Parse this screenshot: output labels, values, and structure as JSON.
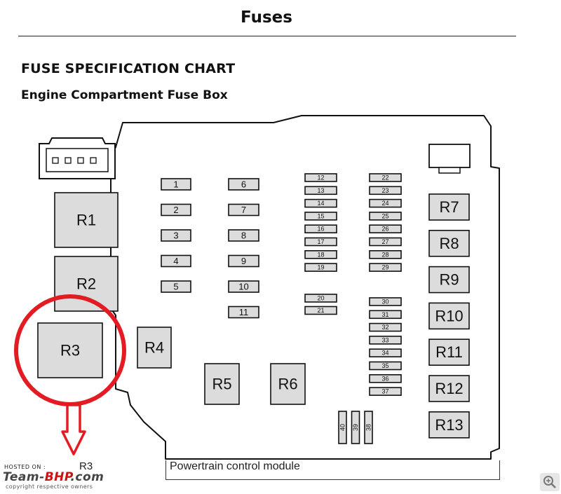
{
  "header": {
    "page_title": "Fuses",
    "chart_heading": "FUSE SPECIFICATION CHART",
    "chart_subheading": "Engine Compartment Fuse Box"
  },
  "diagram": {
    "large_relays": [
      "R1",
      "R2",
      "R3",
      "R4",
      "R5",
      "R6"
    ],
    "right_relays": [
      "R7",
      "R8",
      "R9",
      "R10",
      "R11",
      "R12",
      "R13"
    ],
    "fuse_col1": [
      "1",
      "2",
      "3",
      "4",
      "5"
    ],
    "fuse_col2": [
      "6",
      "7",
      "8",
      "9",
      "10",
      "11"
    ],
    "mini_col1": [
      "12",
      "13",
      "14",
      "15",
      "16",
      "17",
      "18",
      "19",
      "20",
      "21"
    ],
    "mini_col2": [
      "22",
      "23",
      "24",
      "25",
      "26",
      "27",
      "28",
      "29"
    ],
    "mini_col3": [
      "30",
      "31",
      "32",
      "33",
      "34",
      "35",
      "36",
      "37"
    ],
    "vertical_fuses": [
      "40",
      "39",
      "38"
    ],
    "highlight": "R3",
    "highlight_color": "#e31b23",
    "box_fill": "#dcdcdc",
    "outline_color": "#111111"
  },
  "caption": {
    "label": "Powertrain control module",
    "r3_callout": "R3"
  },
  "watermark": {
    "hosted": "HOSTED ON :",
    "brand_a": "Team-",
    "brand_b": "BHP",
    "brand_c": ".com",
    "copyright": "copyright respective owners"
  },
  "icons": {
    "zoom": "zoom-in-icon",
    "connector": "connector-icon",
    "arrow": "down-arrow-icon"
  }
}
